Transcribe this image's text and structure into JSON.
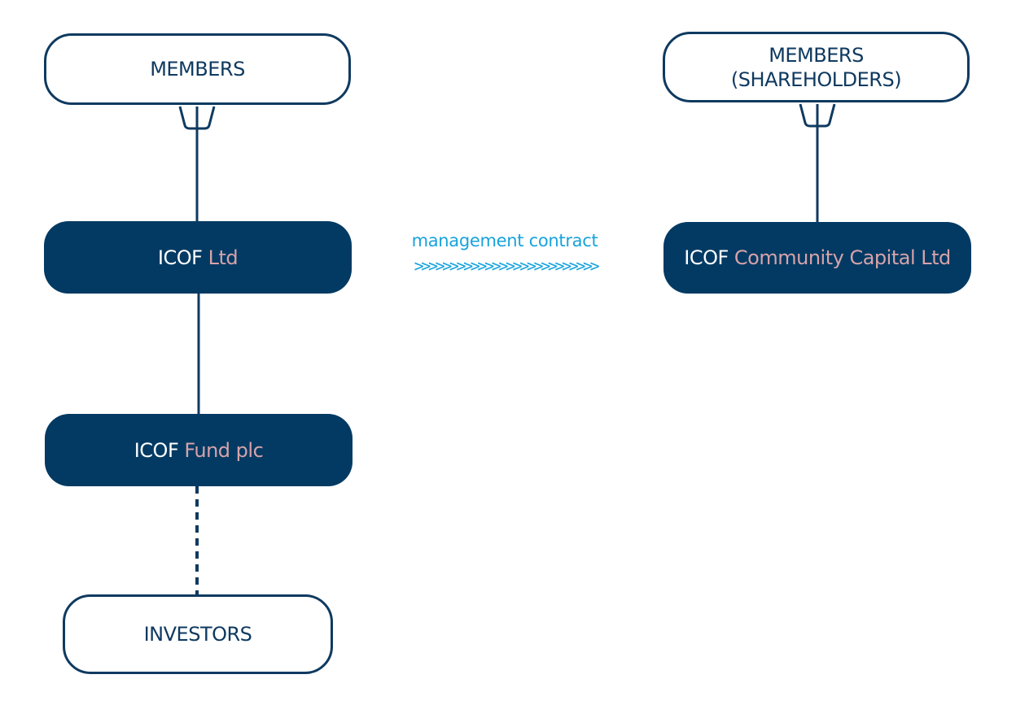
{
  "nodes": {
    "members_left": {
      "lines": [
        "MEMBERS"
      ]
    },
    "members_right": {
      "lines": [
        "MEMBERS",
        "(SHAREHOLDERS)"
      ]
    },
    "icof_ltd": {
      "prefix": "ICOF",
      "name": "Ltd"
    },
    "icof_community_capital": {
      "prefix": "ICOF",
      "name": "Community Capital Ltd"
    },
    "icof_fund": {
      "prefix": "ICOF",
      "name": "Fund plc"
    },
    "investors": {
      "lines": [
        "INVESTORS"
      ]
    }
  },
  "relationship": {
    "label": "management contract",
    "arrow_text": ">>>>>>>>>>>>>>>>>>>>>>>>>>"
  },
  "colors": {
    "navy": "#023a63",
    "outline": "#0f3a60",
    "accent_pink": "#d7a3aa",
    "cyan": "#17a3dc"
  }
}
